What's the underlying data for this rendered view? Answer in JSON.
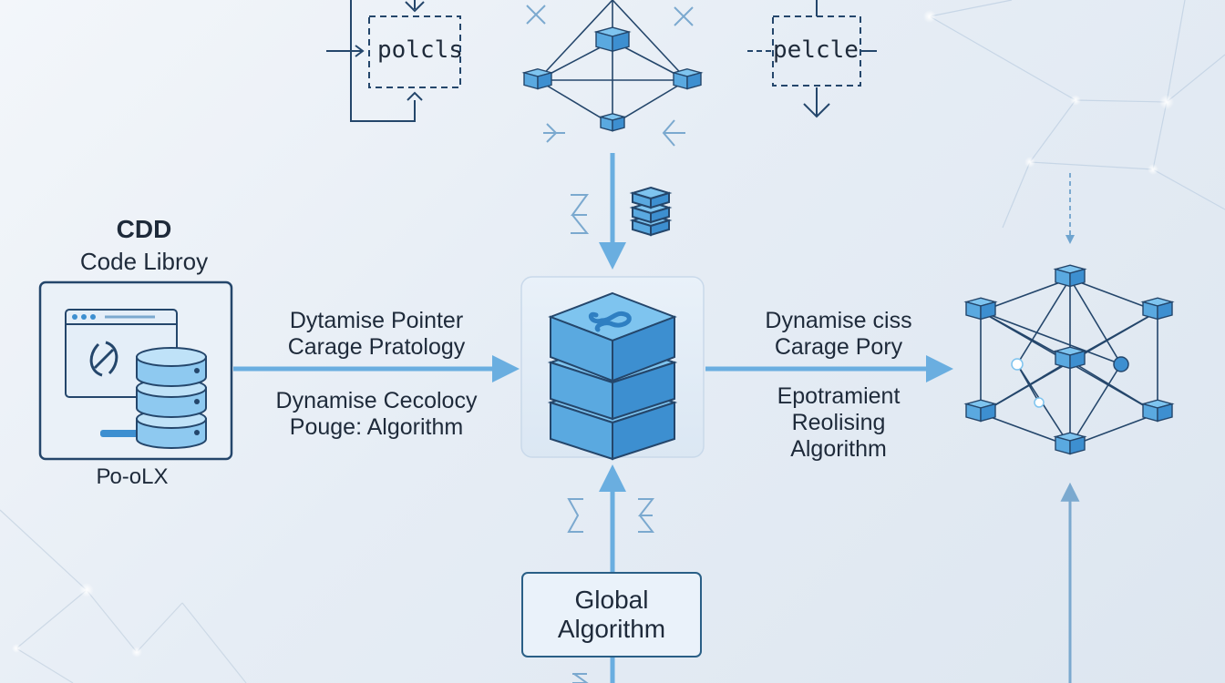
{
  "library": {
    "title": "CDD",
    "subtitle": "Code Libroy",
    "caption": "Ро-оLX"
  },
  "top_boxes": {
    "left": "polcls",
    "right": "pelcle"
  },
  "edges": {
    "left_to_center": {
      "label_line1": "Dytamise Pointer",
      "label_line2": "Carage Pratology",
      "label_line3": "Dynamise Cecolocy",
      "label_line4": "Pouge: Algorithm"
    },
    "center_to_right": {
      "label_line1": "Dynamise ciss",
      "label_line2": "Carage Pory",
      "label_line3": "Epotramient",
      "label_line4": "Reolising",
      "label_line5": "Algorithm"
    }
  },
  "global_box": {
    "line1": "Global",
    "line2": "Algorithm"
  },
  "colors": {
    "arrow": "#6aaee0",
    "arrow_dark": "#2a5f86",
    "cube_top": "#7ec4ef",
    "cube_side": "#3d8fd0",
    "line": "#24466b",
    "node_glow": "#ffffff"
  },
  "icons": {
    "library": "database-window-icon",
    "center": "database-stack-icon",
    "small_stack": "small-database-icon",
    "top_network": "cube-network-icon",
    "right_network": "cube-network-icon"
  }
}
